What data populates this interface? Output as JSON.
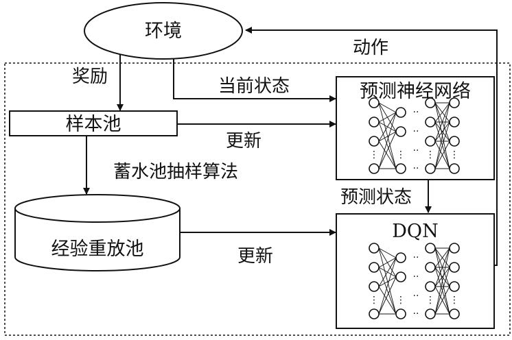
{
  "nodes": {
    "environment": "环境",
    "sample_pool": "样本池",
    "replay_pool": "经验重放池",
    "prediction_net": "预测神经网络",
    "dqn": "DQN"
  },
  "edges": {
    "action": "动作",
    "reward": "奖励",
    "current_state": "当前状态",
    "update_top": "更新",
    "reservoir_sampling": "蓄水池抽样算法",
    "predicted_state": "预测状态",
    "update_bottom": "更新"
  },
  "network_structure": {
    "layer_sizes": [
      4,
      3,
      4,
      4,
      3,
      4
    ],
    "dots_between_layers": "··",
    "vertical_dots": "⋮"
  }
}
